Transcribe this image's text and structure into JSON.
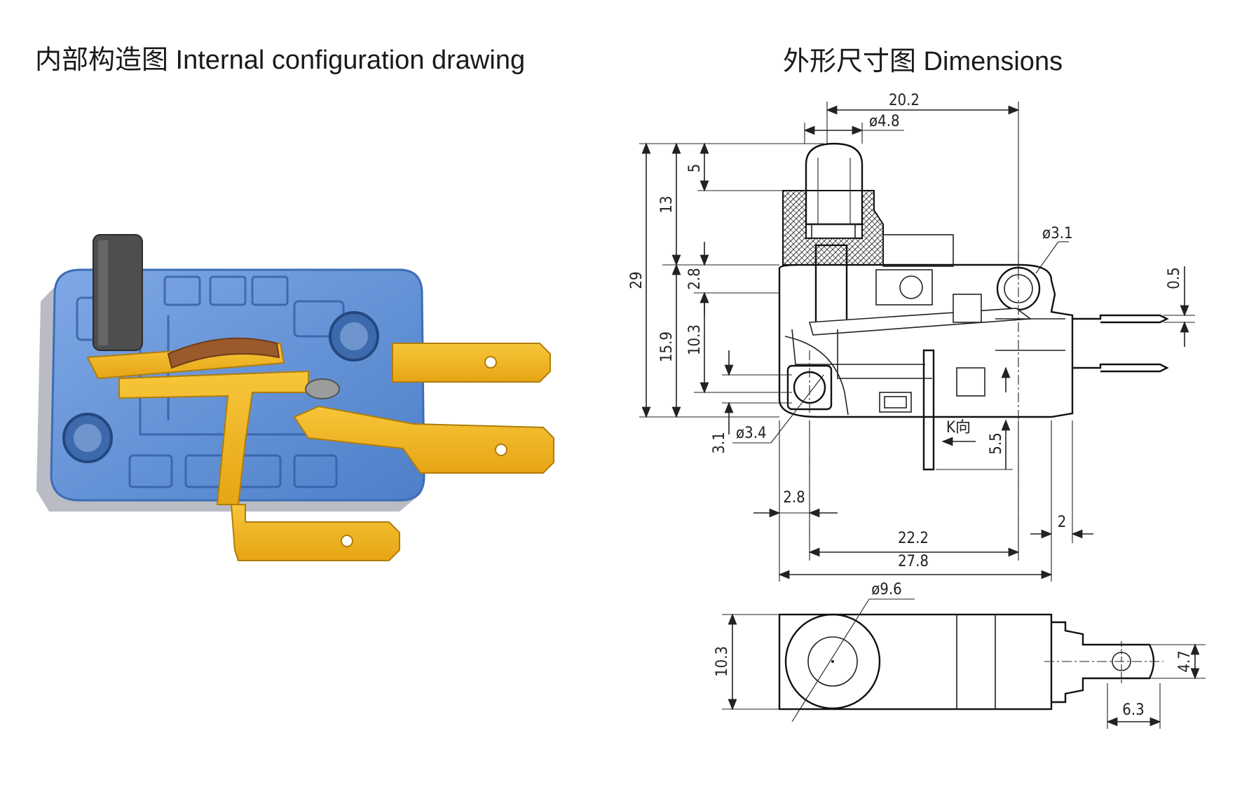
{
  "titles": {
    "internal": "内部构造图 Internal configuration drawing",
    "dimensions": "外形尺寸图 Dimensions"
  },
  "dims": {
    "d20_2": "20.2",
    "phi4_8": "ø4.8",
    "d5": "5",
    "d13": "13",
    "d29": "29",
    "d2_8v": "2.8",
    "d15_9": "15.9",
    "d10_3v": "10.3",
    "phi3_1": "ø3.1",
    "d0_5": "0.5",
    "phi3_4": "ø3.4",
    "d3_1": "3.1",
    "k_dir": "K向",
    "d5_5": "5.5",
    "d2_8h": "2.8",
    "d2": "2",
    "d22_2": "22.2",
    "d27_8": "27.8",
    "phi9_6": "ø9.6",
    "d10_3b": "10.3",
    "d4_7": "4.7",
    "d6_3": "6.3"
  },
  "colors": {
    "housing_blue": "#5b8fd6",
    "terminal_gold": "#f2b51c",
    "plunger_gray": "#4a4a4a"
  }
}
